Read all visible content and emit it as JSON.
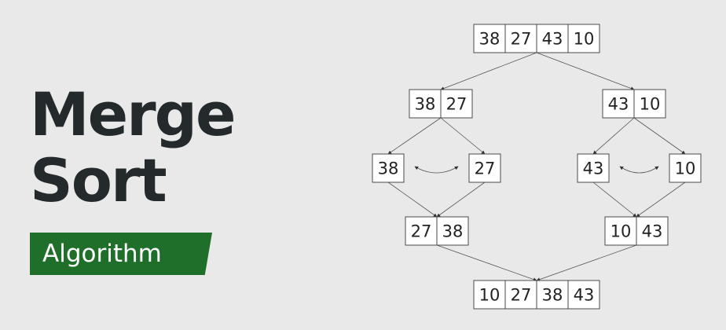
{
  "title": {
    "line1": "Merge",
    "line2": "Sort",
    "badge": "Algorithm"
  },
  "colors": {
    "title": "#24292c",
    "badge_bg": "#1f6f2b",
    "badge_text": "#ffffff",
    "background": "#e9e9e9"
  },
  "nodes": [
    {
      "id": "root",
      "values": [
        "38",
        "27",
        "43",
        "10"
      ]
    },
    {
      "id": "left",
      "values": [
        "38",
        "27"
      ]
    },
    {
      "id": "right",
      "values": [
        "43",
        "10"
      ]
    },
    {
      "id": "ll",
      "values": [
        "38"
      ]
    },
    {
      "id": "lr",
      "values": [
        "27"
      ]
    },
    {
      "id": "rl",
      "values": [
        "43"
      ]
    },
    {
      "id": "rr",
      "values": [
        "10"
      ]
    },
    {
      "id": "lm",
      "values": [
        "27",
        "38"
      ]
    },
    {
      "id": "rm",
      "values": [
        "10",
        "43"
      ]
    },
    {
      "id": "final",
      "values": [
        "10",
        "27",
        "38",
        "43"
      ]
    }
  ],
  "edges": [
    [
      "root",
      "left"
    ],
    [
      "root",
      "right"
    ],
    [
      "left",
      "ll"
    ],
    [
      "left",
      "lr"
    ],
    [
      "right",
      "rl"
    ],
    [
      "right",
      "rr"
    ],
    [
      "ll",
      "lm"
    ],
    [
      "lr",
      "lm"
    ],
    [
      "rl",
      "rm"
    ],
    [
      "rr",
      "rm"
    ],
    [
      "lm",
      "final"
    ],
    [
      "rm",
      "final"
    ]
  ],
  "swaps": [
    [
      "ll",
      "lr"
    ],
    [
      "rl",
      "rr"
    ]
  ]
}
